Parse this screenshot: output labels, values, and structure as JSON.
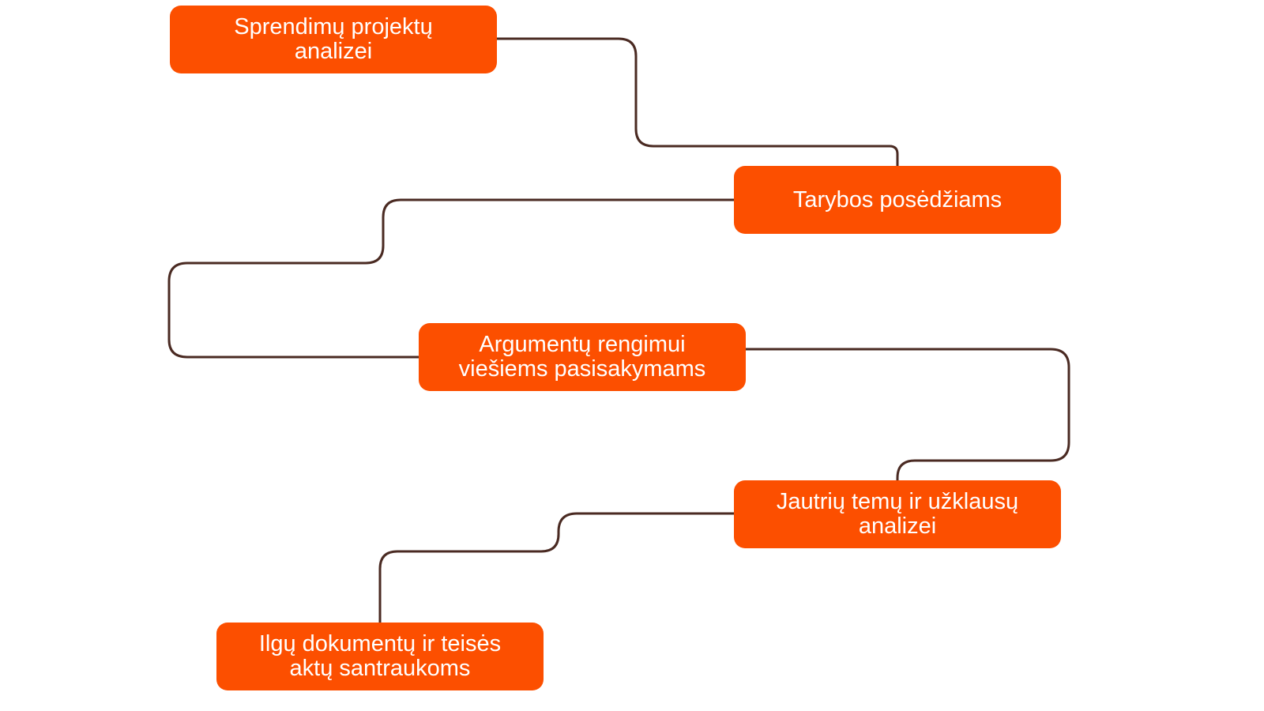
{
  "colors": {
    "node_fill": "#FC4F00",
    "node_text": "#FFFFFF",
    "connector": "#4A2A22"
  },
  "nodes": [
    {
      "label": "Sprendimų projektų analizei"
    },
    {
      "label": "Tarybos posėdžiams"
    },
    {
      "label": "Argumentų rengimui viešiems pasisakymams"
    },
    {
      "label": "Jautrių temų ir užklausų analizei"
    },
    {
      "label": "Ilgų dokumentų ir teisės aktų santraukoms"
    }
  ]
}
